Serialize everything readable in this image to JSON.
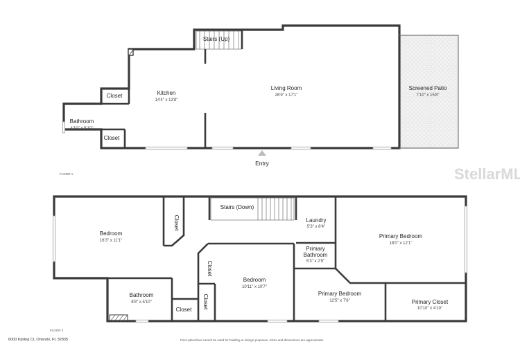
{
  "floor1": {
    "label": "FLOOR 1",
    "rooms": {
      "stairs_up": {
        "name": "Stairs (Up)"
      },
      "kitchen": {
        "name": "Kitchen",
        "dims": "14'4\" x 13'8\""
      },
      "living_room": {
        "name": "Living Room",
        "dims": "26'9\" x 17'1\""
      },
      "screened_patio": {
        "name": "Screened Patio",
        "dims": "7'10\" x 15'8\""
      },
      "closet_upper": {
        "name": "Closet"
      },
      "bathroom": {
        "name": "Bathroom",
        "dims": "4'10\" x 5'10\""
      },
      "closet_lower": {
        "name": "Closet"
      }
    },
    "entry_label": "Entry"
  },
  "floor2": {
    "label": "FLOOR 2",
    "rooms": {
      "bedroom_left": {
        "name": "Bedroom",
        "dims": "16'3\" x 11'1\""
      },
      "closet_vertical": {
        "name": "Closet"
      },
      "stairs_down": {
        "name": "Stairs (Down)"
      },
      "laundry": {
        "name": "Laundry",
        "dims": "5'3\" x 6'4\""
      },
      "primary_bedroom_right": {
        "name": "Primary Bedroom",
        "dims": "18'0\" x 12'1\""
      },
      "primary_bathroom": {
        "name": "Primary\nBathroom",
        "dims": "5'3\" x 2'9\""
      },
      "closet_mid": {
        "name": "Closet"
      },
      "bedroom_mid": {
        "name": "Bedroom",
        "dims": "10'11\" x 10'7\""
      },
      "primary_bedroom_lower": {
        "name": "Primary Bedroom",
        "dims": "12'5\" x 7'6\""
      },
      "primary_closet": {
        "name": "Primary Closet",
        "dims": "10'10\" x 4'10\""
      },
      "bathroom": {
        "name": "Bathroom",
        "dims": "8'8\" x 5'10\""
      },
      "closet_bottom": {
        "name": "Closet"
      },
      "closet_small": {
        "name": "Closet"
      }
    }
  },
  "footer": {
    "address": "6000 Kipling Ct, Orlando, FL 32835",
    "disclaimer": "Floor plans/tour cannot be used for building or design purposes. Sizes and dimensions are approximate."
  },
  "brand": "StellarMLS"
}
